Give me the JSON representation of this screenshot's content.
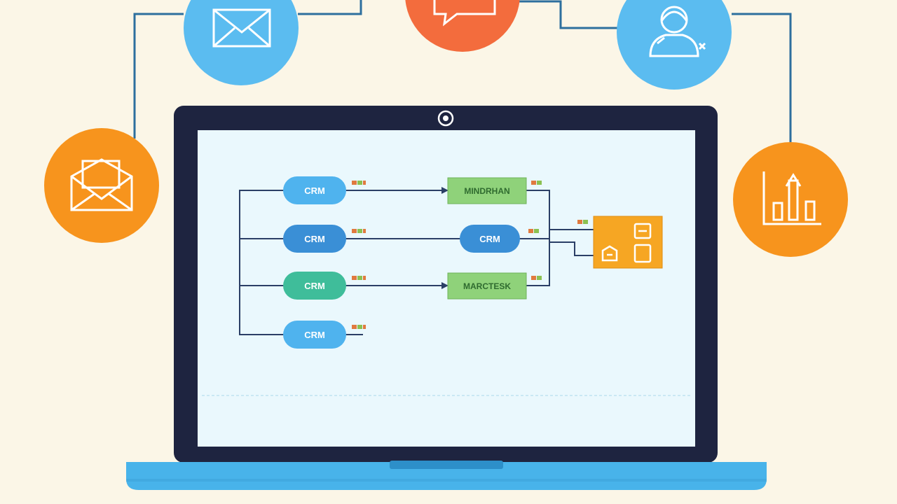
{
  "colors": {
    "background": "#fbf6e7",
    "laptop_frame": "#1e2440",
    "screen": "#eaf8fd",
    "laptop_base": "#48b3ea",
    "connector_line": "#2d6f9e",
    "circle_blue": "#5bbcf0",
    "circle_orange": "#f7941d",
    "circle_red_orange": "#f36c3d",
    "pill_blue": "#4fb3ee",
    "pill_darkblue": "#3a8fd6",
    "pill_teal": "#3fbd9a",
    "box_green": "#8fd27a",
    "box_orange": "#f6a623"
  },
  "icons": {
    "top_left_circle": "envelope-icon",
    "top_center_circle": "chat-bubble-icon",
    "top_right_circle": "person-icon",
    "left_circle": "open-envelope-icon",
    "right_circle": "bar-chart-icon",
    "camera": "webcam-icon",
    "output_box": "panel-icons"
  },
  "diagram": {
    "pills": [
      "CRM",
      "CRM",
      "CRM",
      "CRM"
    ],
    "middle_pill": "CRM",
    "boxes": [
      "MINDRHAN",
      "MARCTESK"
    ]
  }
}
